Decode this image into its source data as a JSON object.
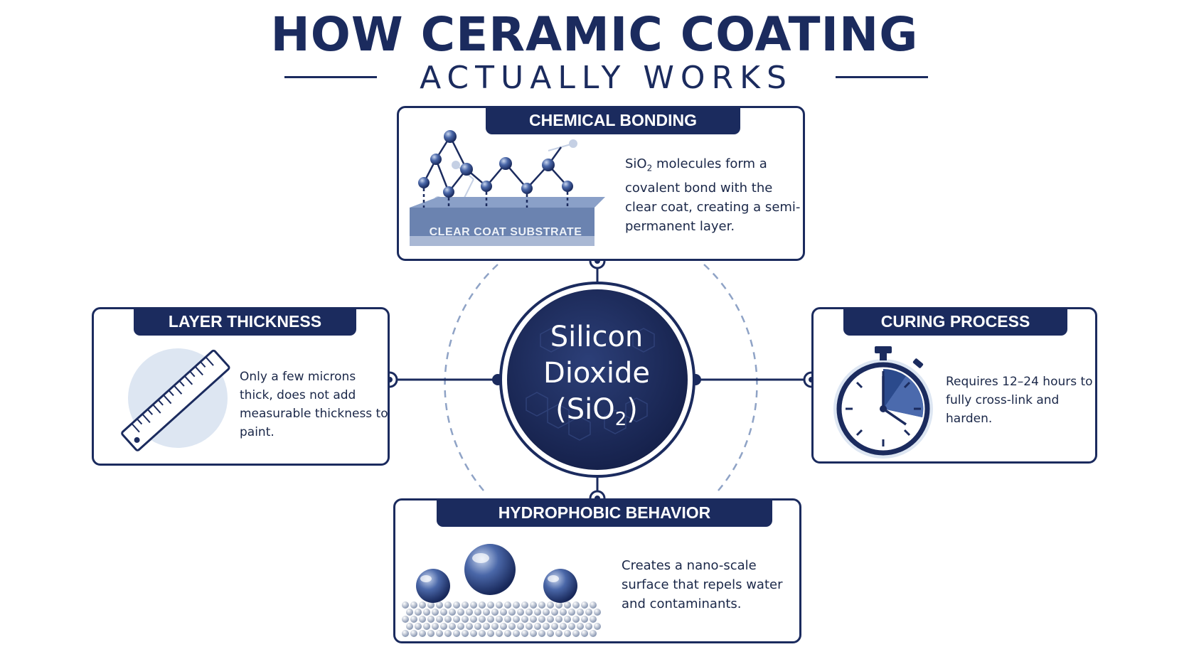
{
  "title": {
    "line1": "HOW CERAMIC COATING",
    "line2": "ACTUALLY WORKS"
  },
  "center": {
    "line1": "Silicon",
    "line2": "Dioxide",
    "formula_open": "(SiO",
    "formula_sub": "2",
    "formula_close": ")"
  },
  "chemical_bonding": {
    "header": "CHEMICAL BONDING",
    "substrate_label": "CLEAR COAT SUBSTRATE",
    "text_prefix": "SiO",
    "text_sub": "2",
    "text_rest": " molecules form a covalent bond with the clear coat, creating a semi-permanent layer."
  },
  "layer_thickness": {
    "header": "LAYER THICKNESS",
    "text": "Only a few microns thick, does not add measurable thickness to paint."
  },
  "curing_process": {
    "header": "CURING PROCESS",
    "text": "Requires 12–24 hours to fully cross-link and harden."
  },
  "hydrophobic_behavior": {
    "header": "HYDROPHOBIC BEHAVIOR",
    "text": "Creates a nano-scale surface that repels water and contaminants."
  },
  "colors": {
    "navy": "#1b2b5e",
    "accent_blue": "#2b4a8c",
    "light_blue": "#dde6f2"
  }
}
